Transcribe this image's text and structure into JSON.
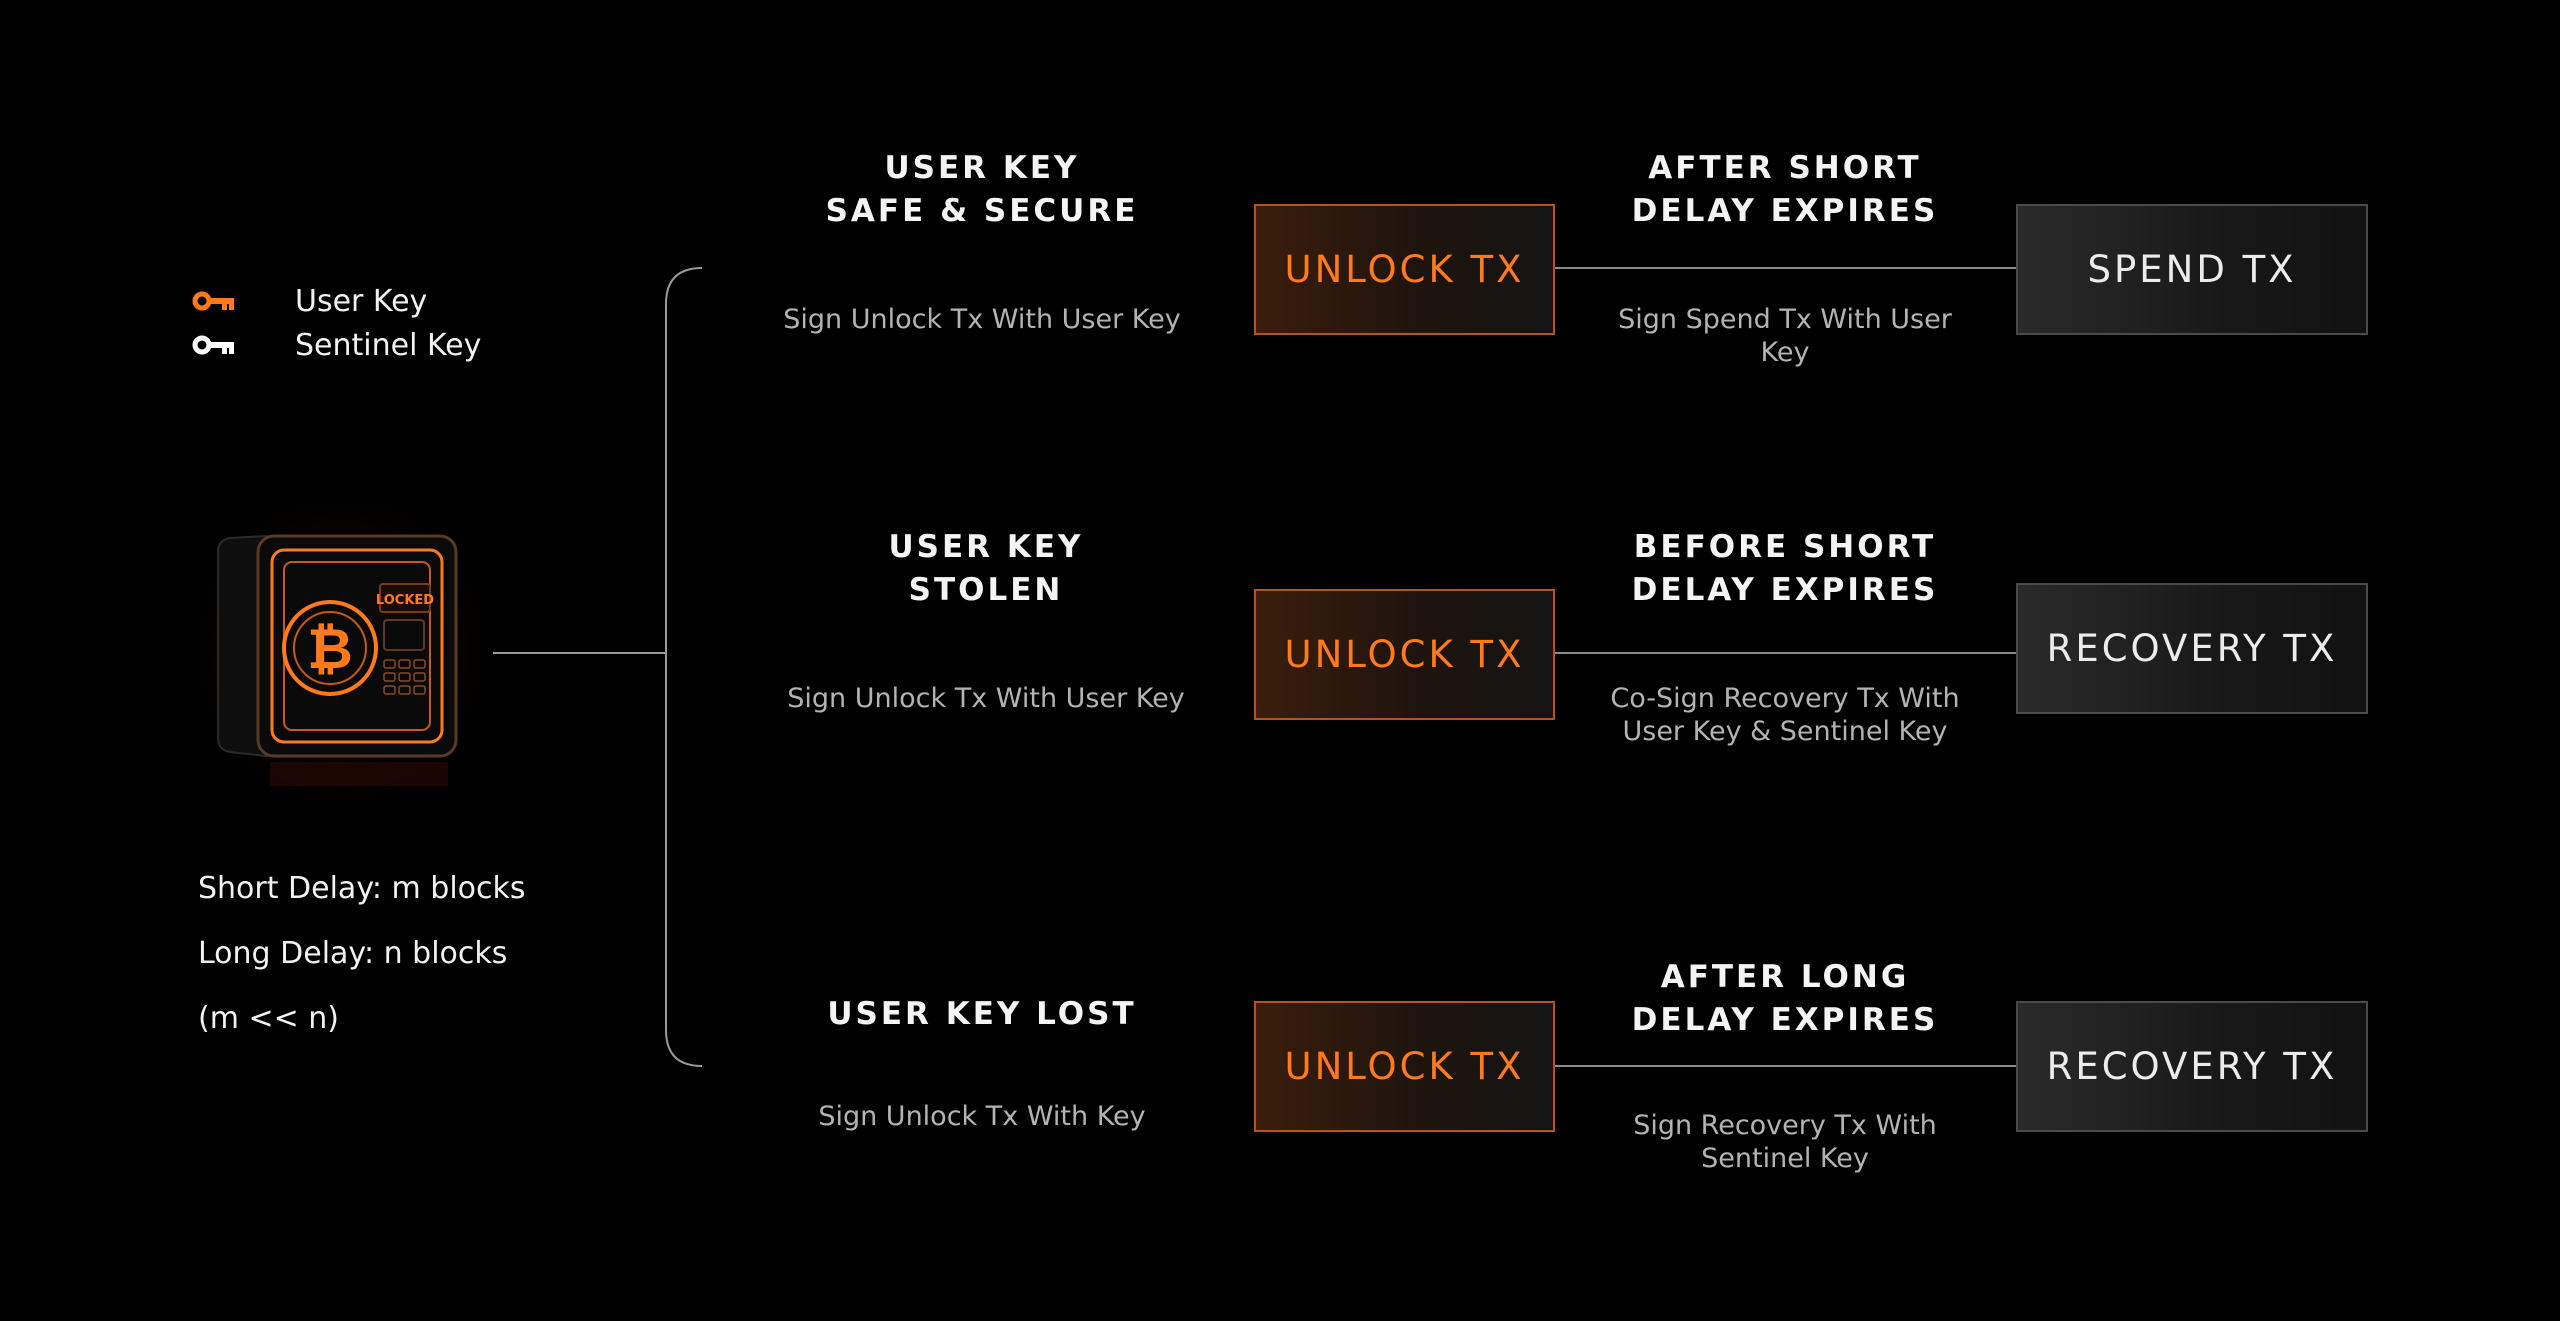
{
  "colors": {
    "accent": "#ff7a1a",
    "background": "#000000",
    "line_gray": "#8a8a8a",
    "muted_text": "#b3b3b3"
  },
  "legend": {
    "items": [
      {
        "icon": "key-icon",
        "color": "#ff7a1a",
        "label": "User Key"
      },
      {
        "icon": "key-icon",
        "color": "#ffffff",
        "label": "Sentinel Key"
      }
    ]
  },
  "vault": {
    "icon": "bitcoin-vault-icon",
    "badge": "LOCKED"
  },
  "delays": {
    "short": "Short Delay: m blocks",
    "long": "Long Delay: n blocks",
    "relation": "(m << n)"
  },
  "rows": [
    {
      "scenario": "USER KEY\nSAFE & SECURE",
      "first_step": "Sign Unlock Tx With User Key",
      "first_tx": "UNLOCK TX",
      "condition": "AFTER SHORT\nDELAY EXPIRES",
      "second_step": "Sign Spend Tx With User Key",
      "final_tx": "SPEND TX"
    },
    {
      "scenario": "USER KEY\nSTOLEN",
      "first_step": "Sign Unlock Tx With User Key",
      "first_tx": "UNLOCK TX",
      "condition": "BEFORE SHORT\nDELAY EXPIRES",
      "second_step": "Co-Sign Recovery Tx With User Key & Sentinel Key",
      "final_tx": "RECOVERY TX"
    },
    {
      "scenario": "USER KEY LOST",
      "first_step": "Sign Unlock Tx With Key",
      "first_tx": "UNLOCK TX",
      "condition": "AFTER LONG\nDELAY EXPIRES",
      "second_step": "Sign Recovery Tx With Sentinel Key",
      "final_tx": "RECOVERY TX"
    }
  ]
}
